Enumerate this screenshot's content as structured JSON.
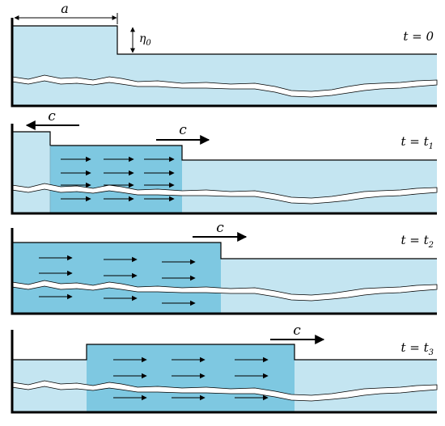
{
  "labels": {
    "a": "a",
    "eta": "η",
    "eta_sub": "0",
    "c": "c"
  },
  "panels": [
    {
      "time_label": "t = 0"
    },
    {
      "time_label": "t = t",
      "time_sub": "1"
    },
    {
      "time_label": "t = t",
      "time_sub": "2"
    },
    {
      "time_label": "t = t",
      "time_sub": "3"
    }
  ],
  "colors": {
    "water": "#c4e5f1",
    "bore": "#7ec8e1",
    "line": "#000000",
    "band": "#ffffff"
  }
}
